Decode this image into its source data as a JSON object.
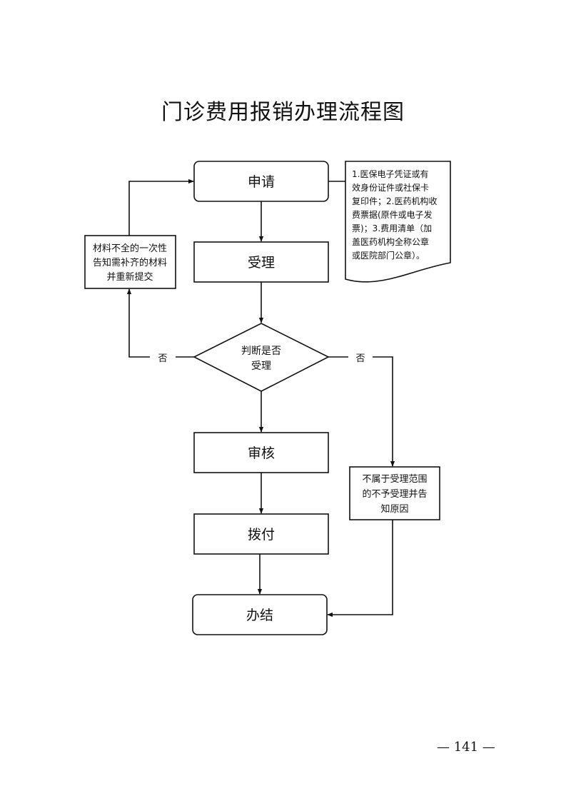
{
  "page": {
    "title": "门诊费用报销办理流程图",
    "page_number": "— 141 —"
  },
  "flow": {
    "apply": "申请",
    "accept": "受理",
    "decision": [
      "判断是否",
      "受理"
    ],
    "review": "审核",
    "pay": "拨付",
    "done": "办结",
    "no_left": "否",
    "no_right": "否",
    "resubmit_note": [
      "材料不全的一次性",
      "告知需补齐的材料",
      "并重新提交"
    ],
    "reject_note": [
      "不属于受理范围",
      "的不予受理并告",
      "知原因"
    ],
    "materials_note": [
      "1.医保电子凭证或有",
      "效身份证件或社保卡",
      "复印件；2.医药机构收",
      "费票据(原件或电子发",
      "票)；3.费用清单（加",
      "盖医药机构全称公章",
      "或医院部门公章）。"
    ]
  }
}
